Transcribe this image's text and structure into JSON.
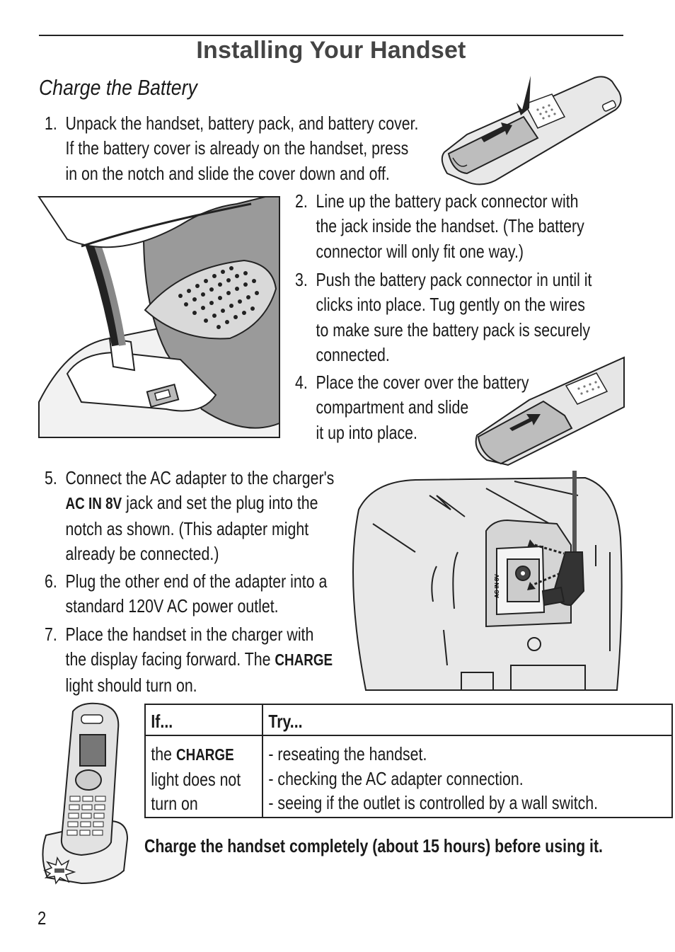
{
  "header": {
    "title": "Installing Your Handset",
    "subtitle": "Charge the Battery"
  },
  "steps": [
    {
      "num": "1.",
      "lines": [
        "Unpack the handset, battery pack, and battery cover.",
        "If the battery cover is already on the handset, press",
        "in on the notch and slide the cover down and off."
      ]
    },
    {
      "num": "2.",
      "lines": [
        "Line up the battery pack connector with",
        "the jack inside the handset. (The battery",
        "connector will only fit one way.)"
      ]
    },
    {
      "num": "3.",
      "lines": [
        "Push the battery pack connector in until it",
        "clicks into place. Tug gently on the wires",
        "to make sure the battery pack is securely",
        "connected."
      ]
    },
    {
      "num": "4.",
      "lines": [
        "Place the cover over the battery",
        "compartment and slide",
        "it up into place."
      ]
    },
    {
      "num": "5.",
      "line1": "Connect the AC adapter to the charger's",
      "bold": "AC IN 8V",
      "line2_rest": " jack and set the plug into the",
      "lines_after": [
        "notch as shown. (This adapter might",
        "already be connected.)"
      ]
    },
    {
      "num": "6.",
      "lines": [
        "Plug the other end of the adapter into a",
        "standard 120V AC power outlet."
      ]
    },
    {
      "num": "7.",
      "line1": "Place the handset in the charger with",
      "line2_pre": "the display facing forward. The ",
      "bold": "CHARGE",
      "line3": "light should turn on."
    }
  ],
  "illustration": {
    "jack_label": "AC IN 8V"
  },
  "table": {
    "headers": {
      "if": "If...",
      "try": "Try..."
    },
    "row": {
      "if_pre": "the ",
      "if_bold": "CHARGE",
      "if_lines": [
        "light does not",
        "turn on"
      ],
      "try_lines": [
        "- reseating the handset.",
        "- checking the AC adapter connection.",
        "- seeing if the outlet is controlled by a wall switch."
      ]
    }
  },
  "note": "Charge the handset completely (about 15 hours) before using it.",
  "page_number": "2"
}
